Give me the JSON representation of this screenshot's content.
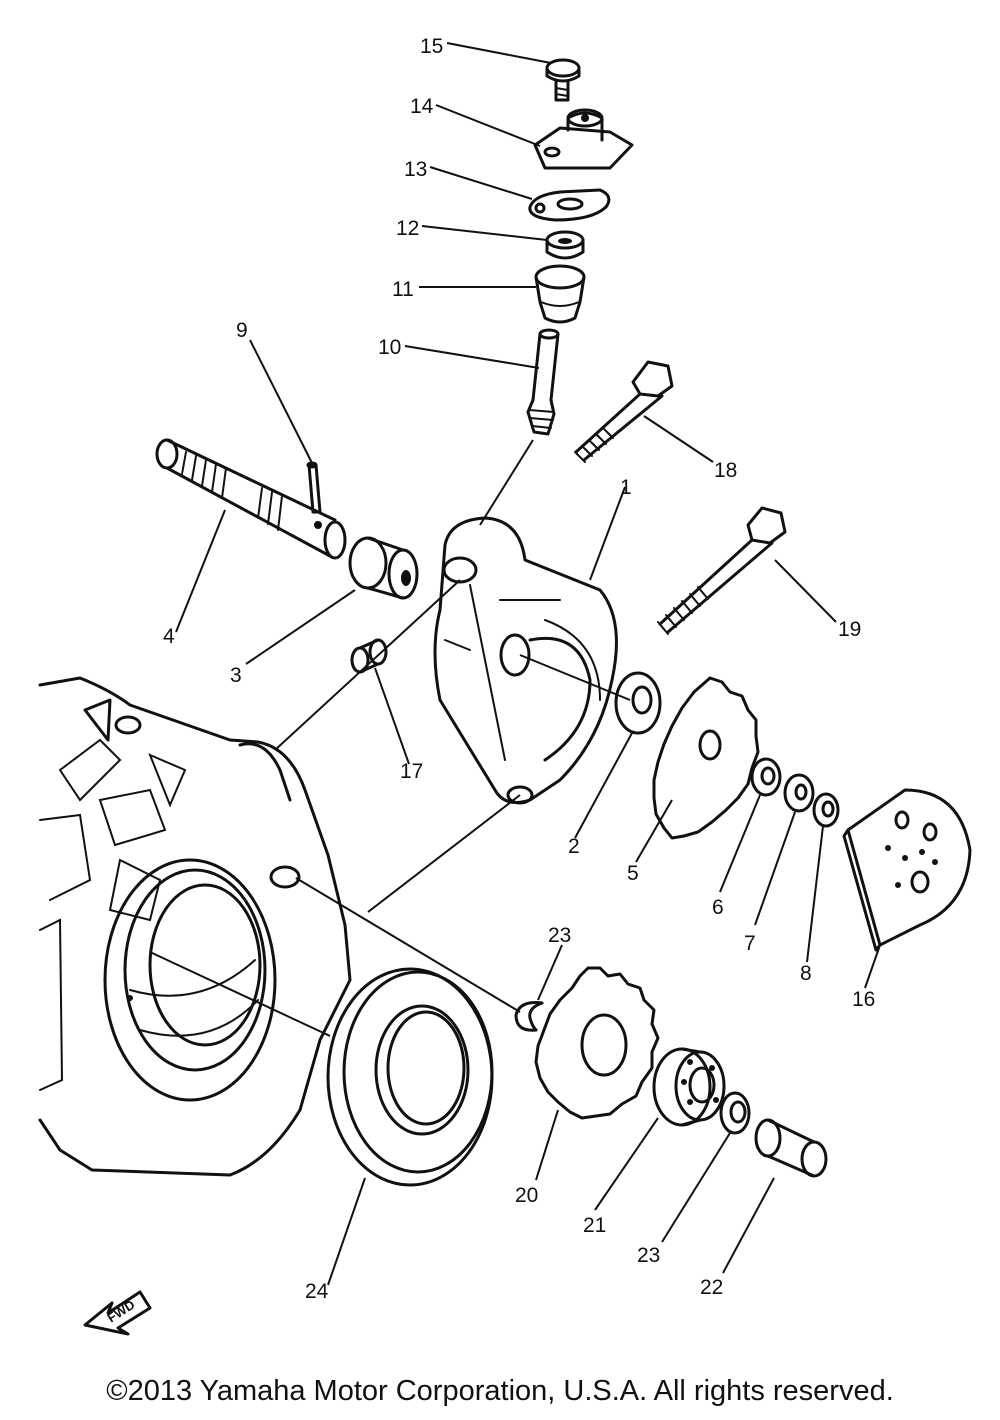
{
  "diagram": {
    "callouts": [
      "15",
      "14",
      "13",
      "12",
      "11",
      "10",
      "9",
      "18",
      "1",
      "19",
      "4",
      "3",
      "17",
      "2",
      "5",
      "6",
      "7",
      "8",
      "16",
      "23",
      "20",
      "21",
      "23",
      "22",
      "24"
    ],
    "forward_marker": "FWD"
  },
  "footer": {
    "copyright": "©2013 Yamaha Motor Corporation, U.S.A. All rights reserved."
  }
}
